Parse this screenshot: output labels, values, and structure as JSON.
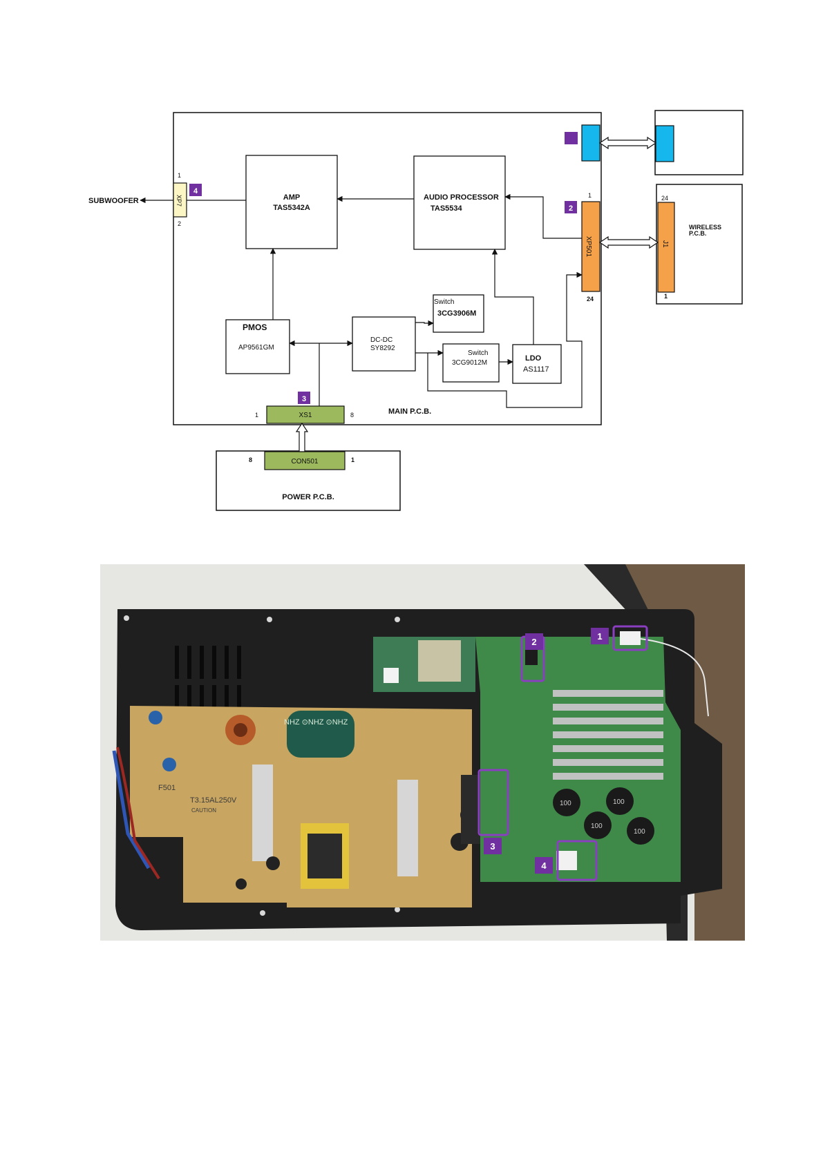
{
  "diagram": {
    "main_board": "MAIN P.C.B.",
    "power_board": "POWER  P.C.B.",
    "wireless_board_line1": "WIRELESS",
    "wireless_board_line2": "P.C.B.",
    "subwoofer": "SUBWOOFER",
    "amp": {
      "title": "AMP",
      "part": "TAS5342A"
    },
    "audio_processor": {
      "title": "AUDIO PROCESSOR",
      "part": "TAS5534"
    },
    "pmos": {
      "title": "PMOS",
      "part": "AP9561GM"
    },
    "dcdc": {
      "title": "DC-DC",
      "part": "SY8292"
    },
    "switch1": {
      "title": "Switch",
      "part": "3CG3906M"
    },
    "switch2": {
      "title": "Switch",
      "part": "3CG9012M"
    },
    "ldo": {
      "title": "LDO",
      "part": "AS1117"
    },
    "xp7": {
      "label": "XP7",
      "pin_top": "1",
      "pin_bottom": "2"
    },
    "xp501": {
      "label": "XP501",
      "pin_top": "1",
      "pin_bottom": "24"
    },
    "j1": {
      "label": "J1",
      "pin_top": "24",
      "pin_bottom": "1"
    },
    "xs1": {
      "label": "XS1",
      "pin_left": "1",
      "pin_right": "8"
    },
    "con501": {
      "label": "CON501",
      "pin_left": "8",
      "pin_right": "1"
    },
    "markers": [
      "2",
      "4",
      "3"
    ],
    "colors": {
      "connector_orange": "#f5a14a",
      "connector_green": "#9cba5d",
      "connector_blue": "#16b7ec",
      "connector_yellow": "#fbf6c4",
      "marker_purple": "#7030a0"
    }
  },
  "photo": {
    "markers": [
      "1",
      "2",
      "3",
      "4"
    ],
    "board_labels": {
      "fuse": "F501",
      "fuse_rating": "T3.15AL250V",
      "caution": "CAUTION",
      "capacitor": "NHZ ⊙NHZ ⊙NHZ",
      "cap_values": [
        "100",
        "100",
        "100",
        "100"
      ]
    }
  }
}
